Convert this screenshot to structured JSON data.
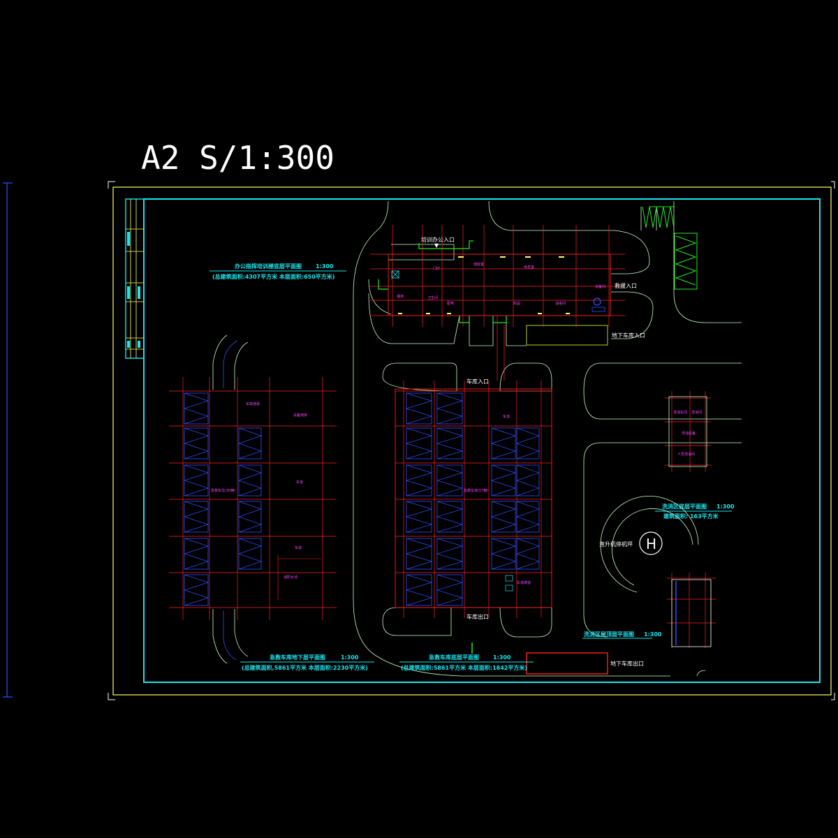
{
  "sheet_title": "A2 S/1:300",
  "plans": {
    "office": {
      "title": "办公指挥培训楼底层平面图",
      "scale": "1:300",
      "area": "(总建筑面积:4307平方米 本层面积:650平方米)"
    },
    "underground": {
      "title": "急救车库地下层平面图",
      "scale": "1:300",
      "area": "(总建筑面积,5861平方米 本层面积:2230平方米)"
    },
    "garage_ground": {
      "title": "急救车库底层平面图",
      "scale": "1:300",
      "area": "(总建筑面积:5861平方米 本层面积:1842平方米)"
    },
    "wash": {
      "title": "洗消区底层平面图",
      "scale": "1:300",
      "area": "建筑面积: 163平方米"
    },
    "wash_roof": {
      "title": "洗消区屋顶层平面图",
      "scale": "1:300"
    }
  },
  "annotations": {
    "training_entrance": "培训办公入口",
    "rescue_entrance": "救援入口",
    "underground_entrance": "地下车库入口",
    "vehicle_entrance": "车库入口",
    "vehicle_exit": "地下车库出口",
    "helipad": "直升机停机坪",
    "helipad_symbol": "H"
  },
  "room_labels": {
    "office": [
      "门厅",
      "值班室",
      "休息室",
      "接待",
      "卫生间",
      "配电",
      "药品",
      "消毒间",
      "设备间"
    ],
    "underground": [
      "车库通道",
      "急救车位(30辆)",
      "设备用房",
      "车道",
      "车道",
      "消防水池"
    ],
    "garage": [
      "车道",
      "急救车库(57辆)",
      "车道坡道",
      "车库出口"
    ],
    "wash": [
      "洗消车间",
      "洗消间",
      "洗消设备",
      "人员洗消间"
    ]
  },
  "colors": {
    "background": "#000000",
    "frame_outer": "#ffff66",
    "frame_inner": "#19e6f0",
    "grid_axis": "#ff2020",
    "parking": "#3050ff",
    "site_road": "#c8ffc8",
    "label_cyan": "#19e6f0",
    "label_magenta": "#ff40ff",
    "text_white": "#ffffff",
    "green_line": "#22ee22"
  }
}
